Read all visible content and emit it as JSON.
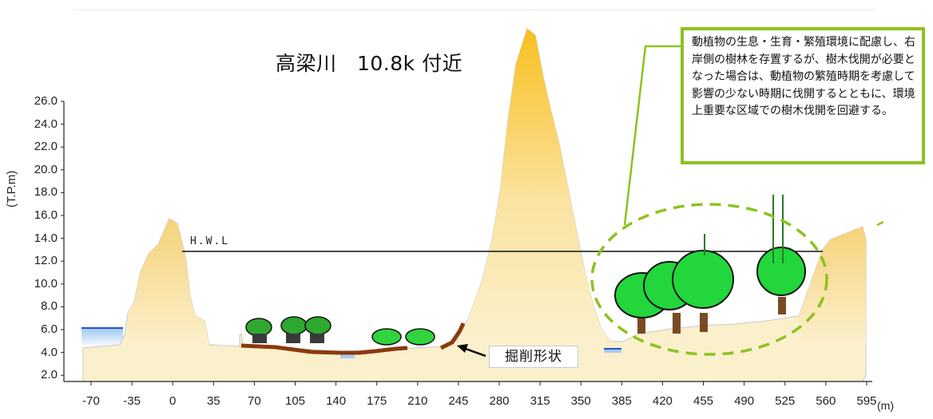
{
  "title": "高梁川　10.8k 付近",
  "y_axis": {
    "label": "(T.P.m)",
    "ticks": [
      "26.0",
      "24.0",
      "22.0",
      "20.0",
      "18.0",
      "16.0",
      "14.0",
      "12.0",
      "10.0",
      "8.0",
      "6.0",
      "4.0",
      "2.0"
    ]
  },
  "x_axis": {
    "unit": "(m)",
    "ticks": [
      "-70",
      "-35",
      "0",
      "35",
      "70",
      "105",
      "140",
      "175",
      "210",
      "245",
      "280",
      "315",
      "350",
      "385",
      "420",
      "455",
      "490",
      "525",
      "560",
      "595"
    ]
  },
  "hwl_label": "H.W.L",
  "callout_text": "動植物の生息・生育・繁殖環境に配慮し、右岸側の樹林を存置するが、樹木伐開が必要となった場合は、動植物の繁殖時期を考慮して影響の少ない時期に伐開するとともに、環境上重要な区域での樹木伐開を回避する。",
  "excavation_label": "掘削形状",
  "colors": {
    "ground_light": "#fbf0cc",
    "mountain_top": "#f8bf1e",
    "excavation_line": "#8b3a0e",
    "callout_border": "#8dc21f",
    "tree_green": "#22d63c",
    "water": "#2255cc"
  }
}
